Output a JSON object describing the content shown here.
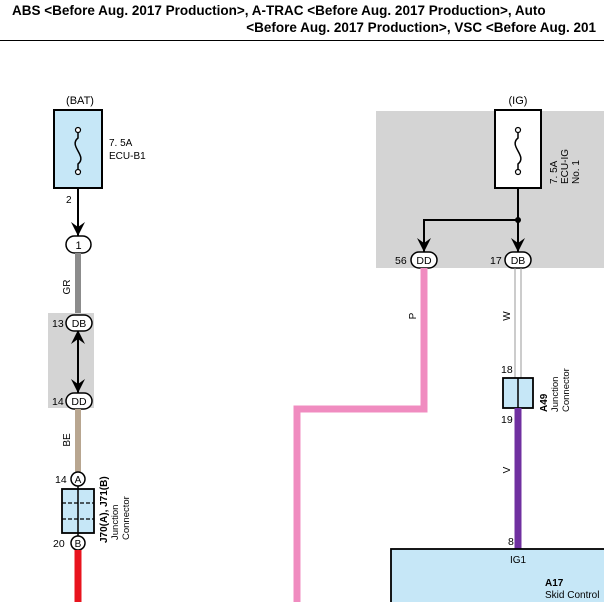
{
  "header": {
    "line1": "ABS <Before Aug. 2017 Production>, A-TRAC <Before Aug. 2017 Production>, Auto",
    "line2": "<Before Aug. 2017 Production>, VSC <Before Aug. 201"
  },
  "left_circuit": {
    "source": "(BAT)",
    "fuse_rating": "7. 5A",
    "fuse_name": "ECU-B1",
    "fuse_pin": "2",
    "conn1_pin": "1",
    "wire1_color": "GR",
    "joint_upper_pin": "13",
    "joint_upper_conn": "DB",
    "joint_lower_pin": "14",
    "joint_lower_conn": "DD",
    "wire2_color": "BE",
    "jc_top_pin": "14",
    "jc_top_letter": "A",
    "jc_bottom_pin": "20",
    "jc_bottom_letter": "B",
    "jc_code": "J70(A), J71(B)",
    "jc_label_1": "Junction",
    "jc_label_2": "Connector"
  },
  "right_circuit": {
    "source": "(IG)",
    "fuse_rating": "7. 5A",
    "fuse_name": "ECU-IG",
    "fuse_no": "No. 1",
    "conn_left_pin": "56",
    "conn_left": "DD",
    "conn_right_pin": "17",
    "conn_right": "DB",
    "wire_p": "P",
    "wire_w": "W",
    "wire_v": "V",
    "a49_top_pin": "18",
    "a49_bottom_pin": "19",
    "a49_code": "A49",
    "a49_label_1": "Junction",
    "a49_label_2": "Connector",
    "ecu_pin": "8",
    "ecu_terminal": "IG1",
    "ecu_code": "A17",
    "ecu_name": "Skid Control"
  },
  "colors": {
    "gray_wire": "#8c8c8c",
    "beige_wire": "#b8a690",
    "red_wire": "#e8141e",
    "pink_wire": "#f08cc0",
    "purple_wire": "#7030a0",
    "component_fill": "#c6e7f7",
    "shade_fill": "#d4d4d4"
  }
}
